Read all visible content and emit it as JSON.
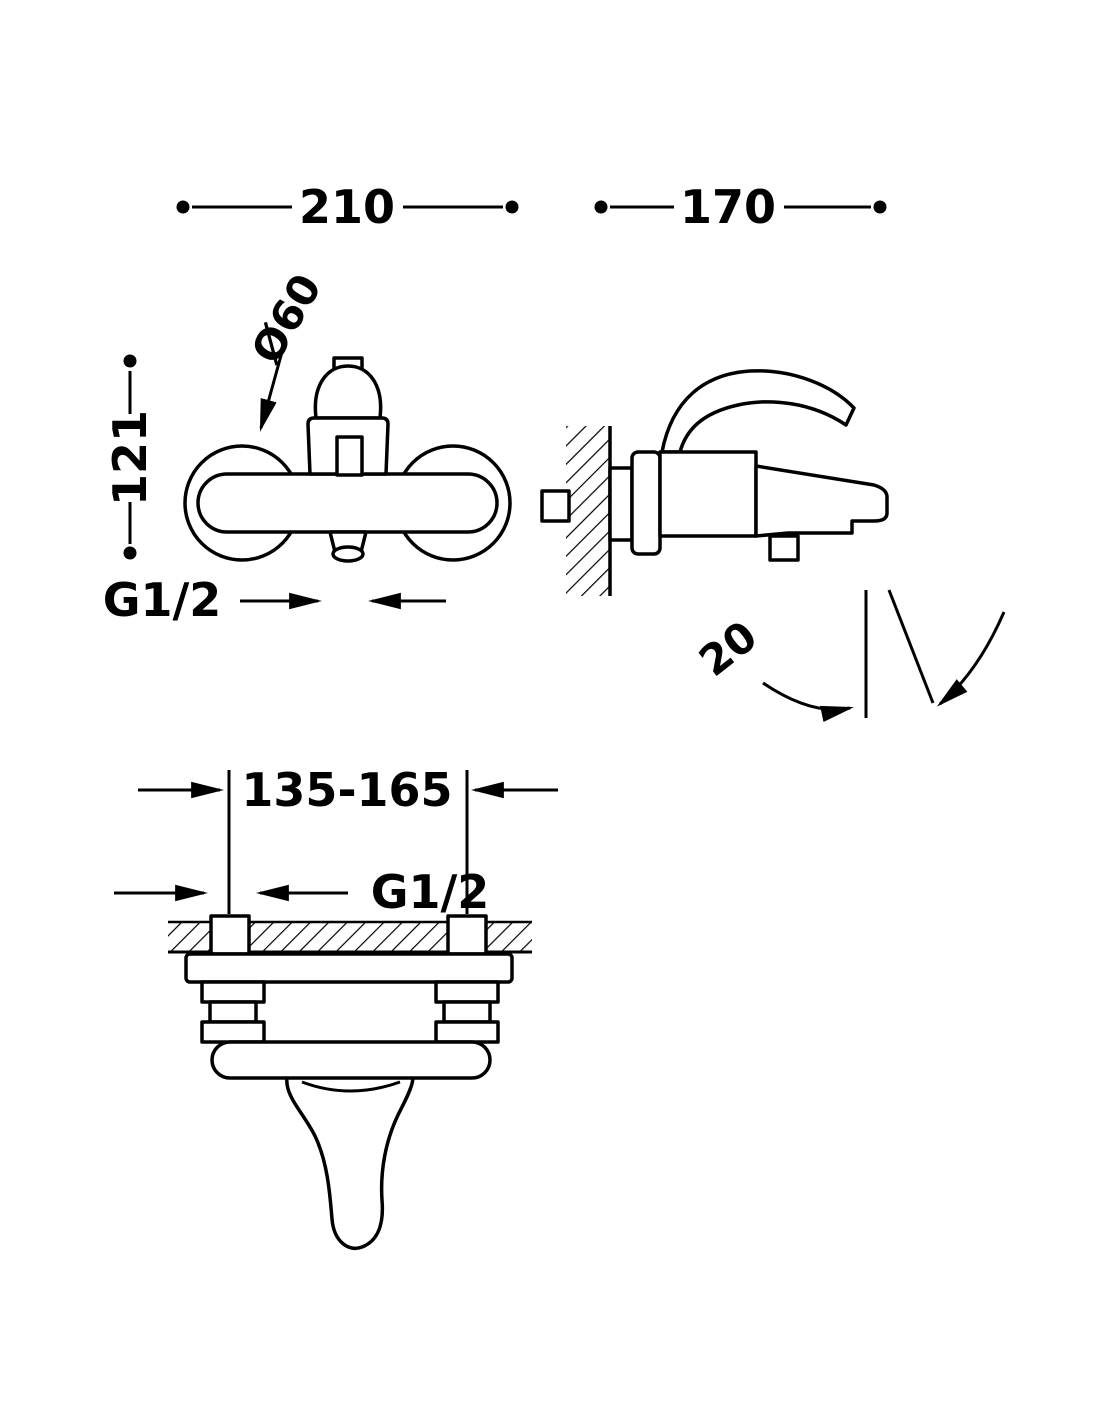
{
  "drawing": {
    "type": "technical-drawing",
    "subject": "wall-mounted single-lever bath-shower mixer, three orthographic views with dimensions",
    "colors": {
      "line": "#000000",
      "background": "#ffffff"
    },
    "labels": {
      "front_width": "210",
      "side_depth": "170",
      "flange_diameter": "Ø60",
      "front_height": "121",
      "front_thread": "G1/2",
      "spout_angle": "20",
      "mounting_distance": "135-165",
      "bottom_thread": "G1/2"
    }
  }
}
